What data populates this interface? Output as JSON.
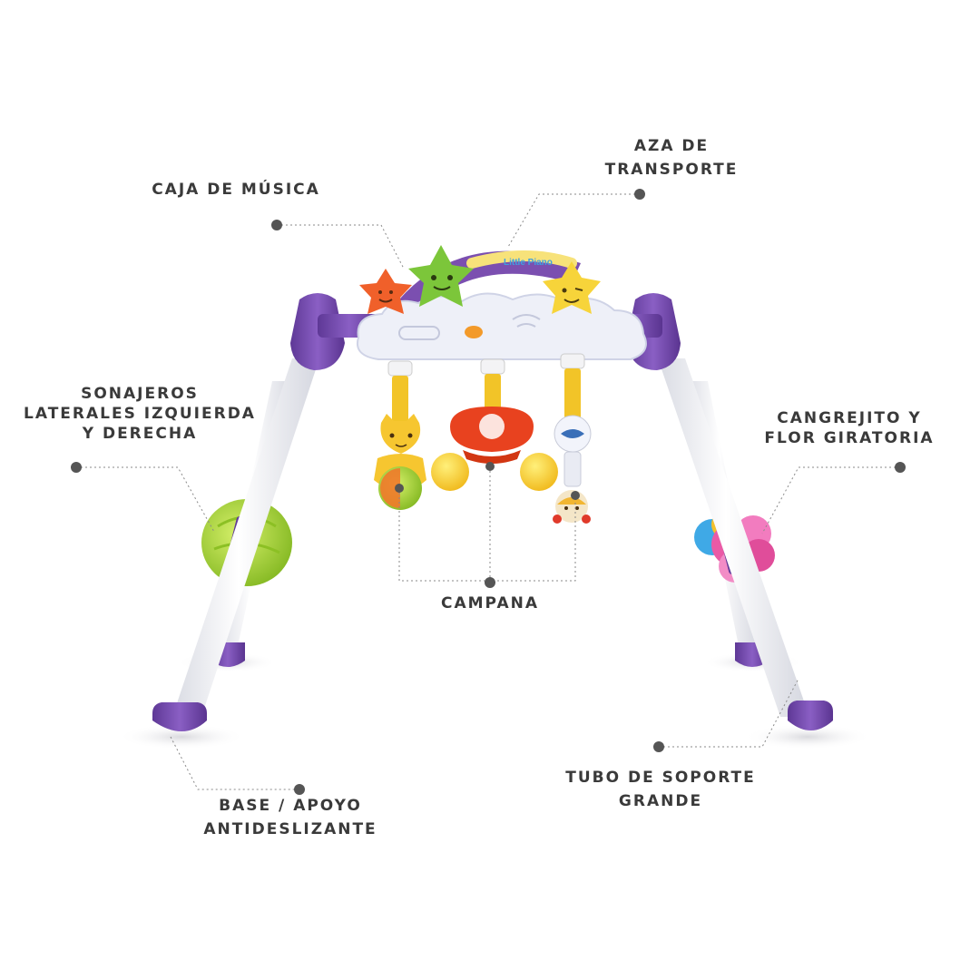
{
  "callouts": {
    "music_box": {
      "line1": "CAJA DE MÚSICA"
    },
    "handle": {
      "line1": "AZA DE",
      "line2": "TRANSPORTE"
    },
    "side_rattles": {
      "line1": "SONAJEROS",
      "line2": "LATERALES IZQUIERDA",
      "line3": "Y DERECHA"
    },
    "crab_flower": {
      "line1": "CANGREJITO Y",
      "line2": "FLOR GIRATORIA"
    },
    "bell": {
      "line1": "CAMPANA"
    },
    "base": {
      "line1": "BASE / APOYO",
      "line2": "ANTIDESLIZANTE"
    },
    "tube": {
      "line1": "TUBO DE SOPORTE",
      "line2": "GRANDE"
    }
  },
  "product": {
    "name_on_arch": "Little Piano",
    "colors": {
      "frame": "#7b4fb0",
      "frame_light": "#a78bd4",
      "tube": "#f4f4f7",
      "cloud": "#eef0f8",
      "star_orange": "#f0602a",
      "star_green": "#7cc63a",
      "star_yellow": "#f7d43a",
      "strap_yellow": "#f2c428",
      "crab_red": "#e8421f",
      "rattle_green": "#a6d630",
      "flower_pink": "#ea5aa6",
      "callout_line": "#8a8a8a",
      "callout_dot": "#555555"
    }
  }
}
